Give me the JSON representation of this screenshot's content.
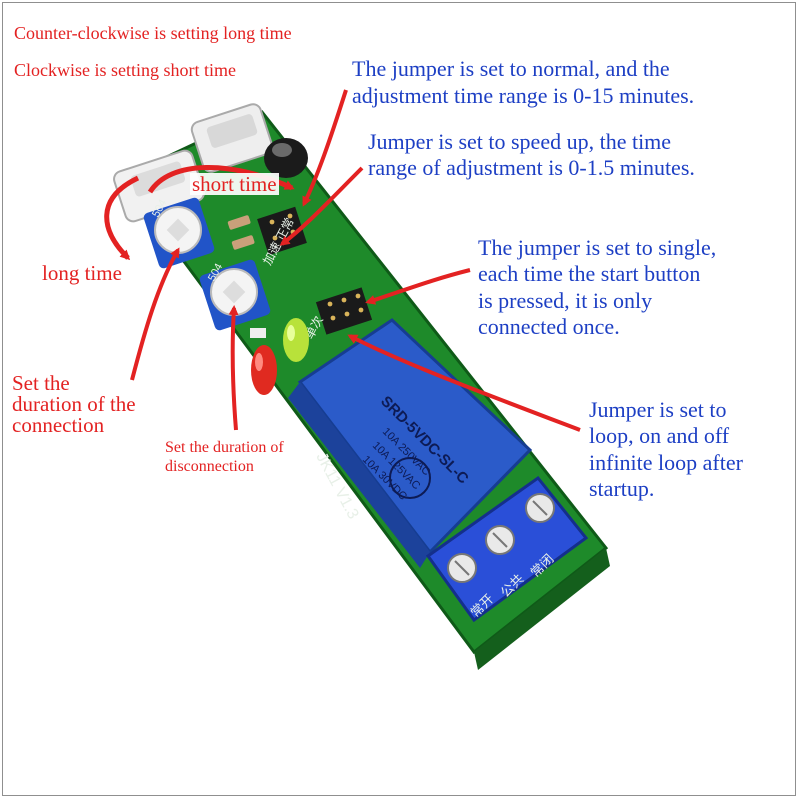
{
  "photo": {
    "colors": {
      "pcb_green": "#1e8a2a",
      "relay_blue": "#2b5bc9",
      "terminal_blue": "#2a4fd8",
      "annotation_red": "#e32222",
      "annotation_blue": "#1d3fc4"
    },
    "silkscreen": {
      "board_id": "JK11 V1.3",
      "pot_left": "504",
      "pot_right": "504",
      "jumper_upper": "加速 正常",
      "jumper_lower": "单次",
      "terminal_nc": "常闭",
      "terminal_com": "公共",
      "terminal_no": "常开"
    },
    "relay_marking": {
      "model": "SRD-5VDC-SL-C",
      "rating_1": "10A 250VAC",
      "rating_2": "10A 125VAC",
      "rating_3": "10A 30VDC"
    }
  },
  "annotations": {
    "ccw_long": "Counter-clockwise is setting long time",
    "cw_short": "Clockwise is setting short time",
    "jumper_normal_line1": "The jumper is set to normal, and the",
    "jumper_normal_line2": "adjustment time range is 0-15 minutes.",
    "jumper_speed_line1": "Jumper is set to speed up, the time",
    "jumper_speed_line2": "range of adjustment is 0-1.5 minutes.",
    "short_time": "short time",
    "long_time": "long time",
    "jumper_single_line1": "The jumper is set to single,",
    "jumper_single_line2": "each time the start button",
    "jumper_single_line3": "is pressed, it is only",
    "jumper_single_line4": "connected once.",
    "duration_connection_line1": "Set the",
    "duration_connection_line2": "duration of the",
    "duration_connection_line3": "connection",
    "duration_disconnection_line1": "Set the duration of",
    "duration_disconnection_line2": "disconnection",
    "jumper_loop_line1": "Jumper is set to",
    "jumper_loop_line2": "loop, on and off",
    "jumper_loop_line3": "infinite loop after",
    "jumper_loop_line4": "startup."
  }
}
